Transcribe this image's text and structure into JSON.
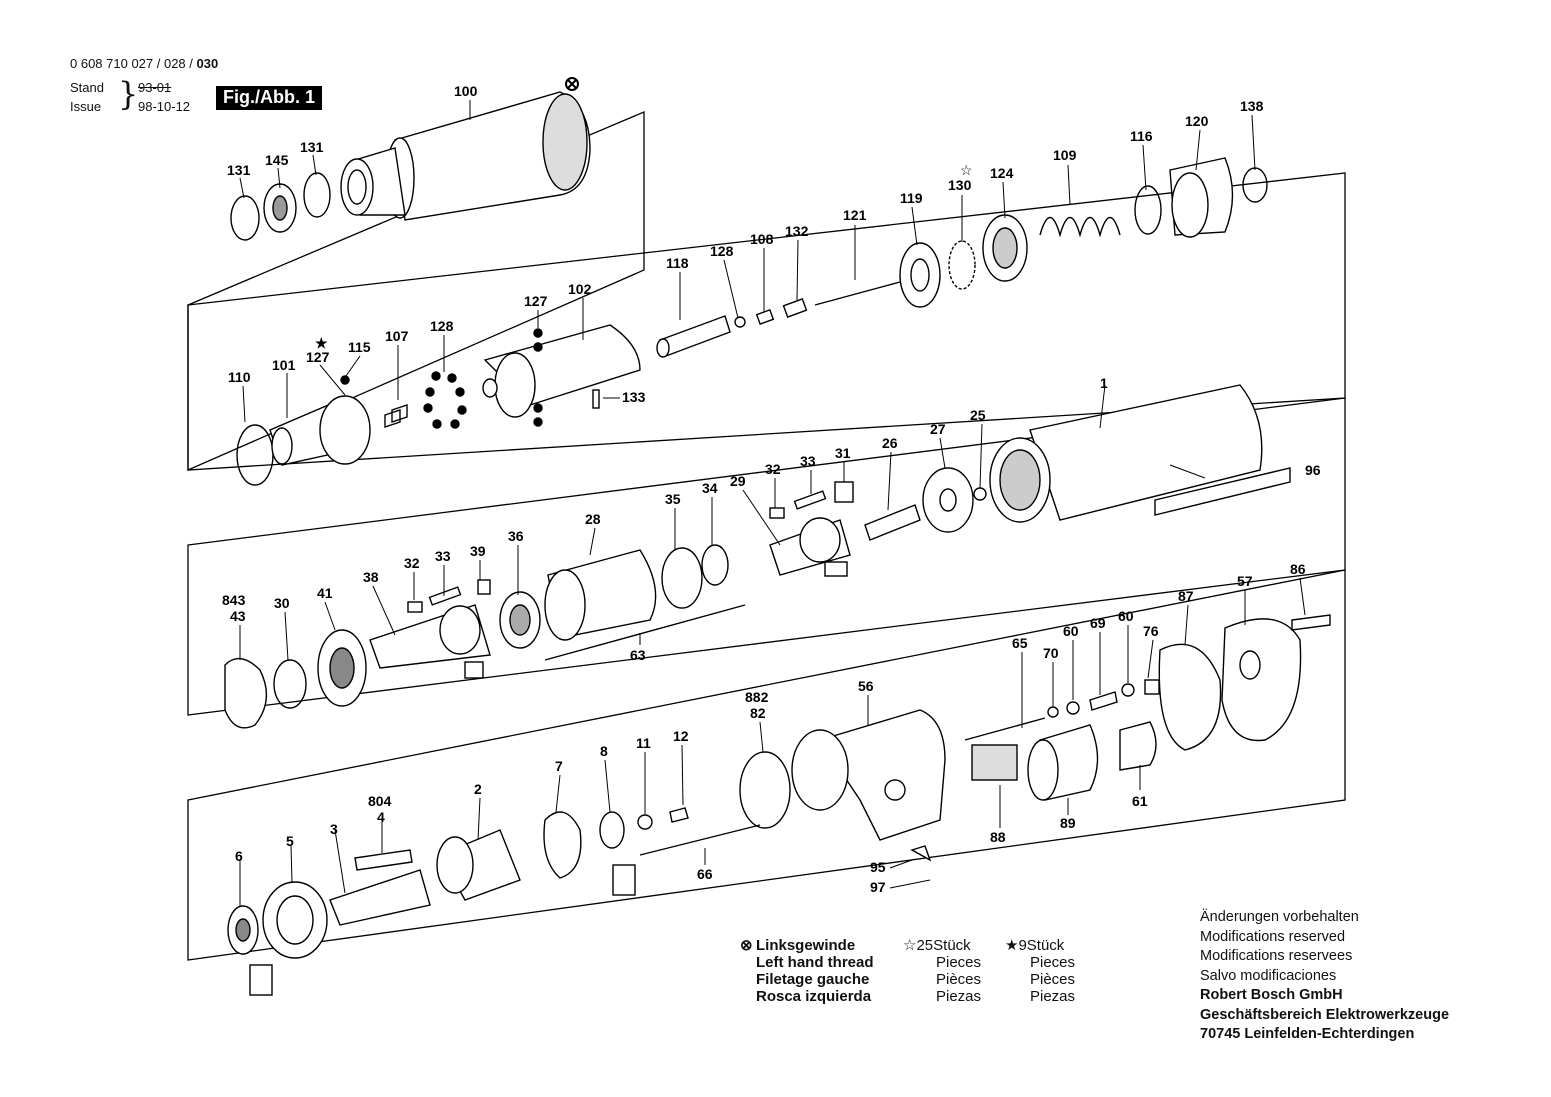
{
  "header": {
    "part_numbers": "0 608 710 027 / 028 /",
    "part_numbers_bold": "030",
    "stand_label": "Stand",
    "issue_label": "Issue",
    "stand_value": "93-01",
    "issue_value": "98-10-12",
    "figure_label": "Fig./Abb. 1"
  },
  "part_labels": {
    "p100": "100",
    "p131a": "131",
    "p145": "145",
    "p131b": "131",
    "p138": "138",
    "p120": "120",
    "p116": "116",
    "p109": "109",
    "p124": "124",
    "p130": "130",
    "p119": "119",
    "p121": "121",
    "p132": "132",
    "p108": "108",
    "p128a": "128",
    "p118": "118",
    "p102": "102",
    "p127a": "127",
    "p128b": "128",
    "p107": "107",
    "p115": "115",
    "p127b": "127",
    "p101": "101",
    "p110": "110",
    "p133": "133",
    "p1": "1",
    "p96": "96",
    "p25": "25",
    "p27": "27",
    "p26": "26",
    "p31": "31",
    "p33a": "33",
    "p32a": "32",
    "p29": "29",
    "p34": "34",
    "p35": "35",
    "p28": "28",
    "p36": "36",
    "p39": "39",
    "p33b": "33",
    "p32b": "32",
    "p38": "38",
    "p41": "41",
    "p30": "30",
    "p843": "843",
    "p43": "43",
    "p63": "63",
    "p86": "86",
    "p57": "57",
    "p87": "87",
    "p76": "76",
    "p60a": "60",
    "p69": "69",
    "p60b": "60",
    "p70": "70",
    "p65": "65",
    "p56": "56",
    "p882": "882",
    "p82": "82",
    "p12": "12",
    "p11": "11",
    "p8": "8",
    "p7": "7",
    "p2": "2",
    "p804": "804",
    "p4": "4",
    "p3": "3",
    "p5": "5",
    "p6": "6",
    "p66": "66",
    "p95": "95",
    "p97": "97",
    "p88": "88",
    "p89": "89",
    "p61": "61"
  },
  "legend": {
    "col1": [
      "Linksgewinde",
      "Left hand thread",
      "Filetage gauche",
      "Rosca izquierda"
    ],
    "col2_head": "25",
    "col2": [
      "Stück",
      "Pieces",
      "Pièces",
      "Piezas"
    ],
    "col3_head": "9",
    "col3": [
      "Stück",
      "Pieces",
      "Pièces",
      "Piezas"
    ]
  },
  "footer": {
    "lines": [
      "Änderungen vorbehalten",
      "Modifications reserved",
      "Modifications reservees",
      "Salvo modificaciones"
    ],
    "company": [
      "Robert Bosch GmbH",
      "Geschäftsbereich Elektrowerkzeuge",
      "70745 Leinfelden-Echterdingen"
    ]
  },
  "symbols": {
    "left_thread": "circled-cross-icon",
    "star_open": "open-star-icon",
    "star_filled": "filled-star-icon"
  }
}
